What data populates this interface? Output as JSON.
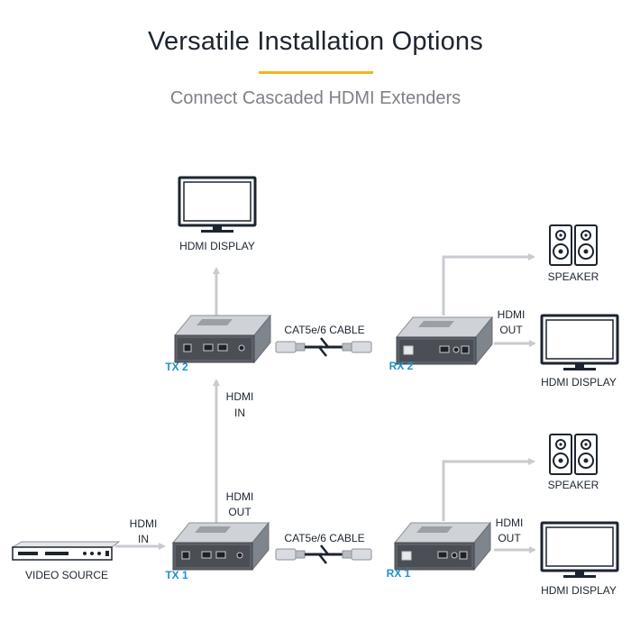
{
  "header": {
    "title": "Versatile Installation Options",
    "subtitle": "Connect Cascaded HDMI Extenders",
    "accent_color": "#f2b41c"
  },
  "colors": {
    "arrow": "#c8cbd0",
    "device_label": "#1f92c9",
    "text": "#1c2430"
  },
  "labels": {
    "hdmi_display_top": "HDMI DISPLAY",
    "tx2": "TX 2",
    "rx2": "RX 2",
    "tx1": "TX 1",
    "rx1": "RX 1",
    "cable_top": "CAT5e/6 CABLE",
    "cable_bottom": "CAT5e/6 CABLE",
    "hdmi_in_tx2_line1": "HDMI",
    "hdmi_in_tx2_line2": "IN",
    "hdmi_out_tx1_line1": "HDMI",
    "hdmi_out_tx1_line2": "OUT",
    "hdmi_in_src_line1": "HDMI",
    "hdmi_in_src_line2": "IN",
    "hdmi_out_rx2_line1": "HDMI",
    "hdmi_out_rx2_line2": "OUT",
    "hdmi_out_rx1_line1": "HDMI",
    "hdmi_out_rx1_line2": "OUT",
    "speaker_top": "SPEAKER",
    "speaker_bottom": "SPEAKER",
    "hdmi_display_rx2": "HDMI DISPLAY",
    "hdmi_display_rx1": "HDMI DISPLAY",
    "video_source": "VIDEO SOURCE"
  },
  "icons": {
    "display": "monitor-icon",
    "speaker": "speaker-icon",
    "extender": "extender-box-icon",
    "source": "media-player-icon",
    "cable": "rj45-cable-icon"
  }
}
